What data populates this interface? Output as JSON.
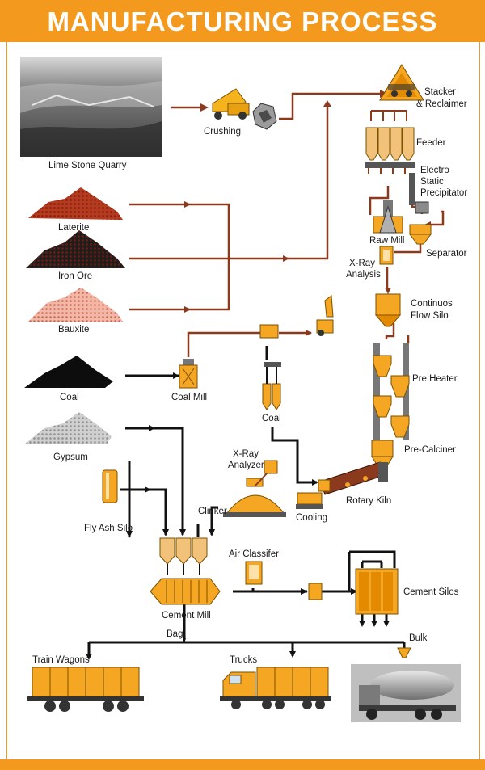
{
  "title": "MANUFACTURING PROCESS",
  "colors": {
    "accent": "#f39a1e",
    "flow_line": "#8b3a1e",
    "pipe": "#111111",
    "equipment": "#f5a623"
  },
  "labels": {
    "lime_stone_quarry": "Lime Stone Quarry",
    "crushing": "Crushing",
    "stacker": "Stacker",
    "reclaimer": "& Reclaimer",
    "feeder": "Feeder",
    "electro": "Electro",
    "static": "Static",
    "precipitator": "Precipitator",
    "raw_mill": "Raw Mill",
    "separator": "Separator",
    "xray": "X-Ray",
    "analysis": "Analysis",
    "continuos": "Continuos",
    "flow_silo": "Flow Silo",
    "laterite": "Laterite",
    "iron_ore": "Iron Ore",
    "bauxite": "Bauxite",
    "coal": "Coal",
    "coal_mill": "Coal Mill",
    "coal_bin": "Coal",
    "pre_heater": "Pre Heater",
    "pre_calciner": "Pre-Calciner",
    "gypsum": "Gypsum",
    "xray2": "X-Ray",
    "analyzer": "Analyzer",
    "clinker": "Clinker",
    "cooling": "Cooling",
    "rotary_kiln": "Rotary Kiln",
    "fly_ash_silo": "Fly Ash Silo",
    "air_classifer": "Air Classifer",
    "cement_mill": "Cement Mill",
    "cement_silos": "Cement Silos",
    "bag": "Bag",
    "bulk": "Bulk",
    "train_wagons": "Train Wagons",
    "trucks": "Trucks"
  },
  "icons": [
    "quarry-photo",
    "dump-truck-icon",
    "crusher-icon",
    "stacker-reclaimer-icon",
    "feeder-hoppers-icon",
    "precipitator-icon",
    "raw-mill-icon",
    "separator-icon",
    "flow-silo-icon",
    "preheater-cyclones-icon",
    "rotary-kiln-icon",
    "cooler-icon",
    "coal-mill-icon",
    "cement-mill-icon",
    "cement-silos-icon",
    "train-wagon-icon",
    "truck-icon",
    "bulk-tanker-photo"
  ]
}
